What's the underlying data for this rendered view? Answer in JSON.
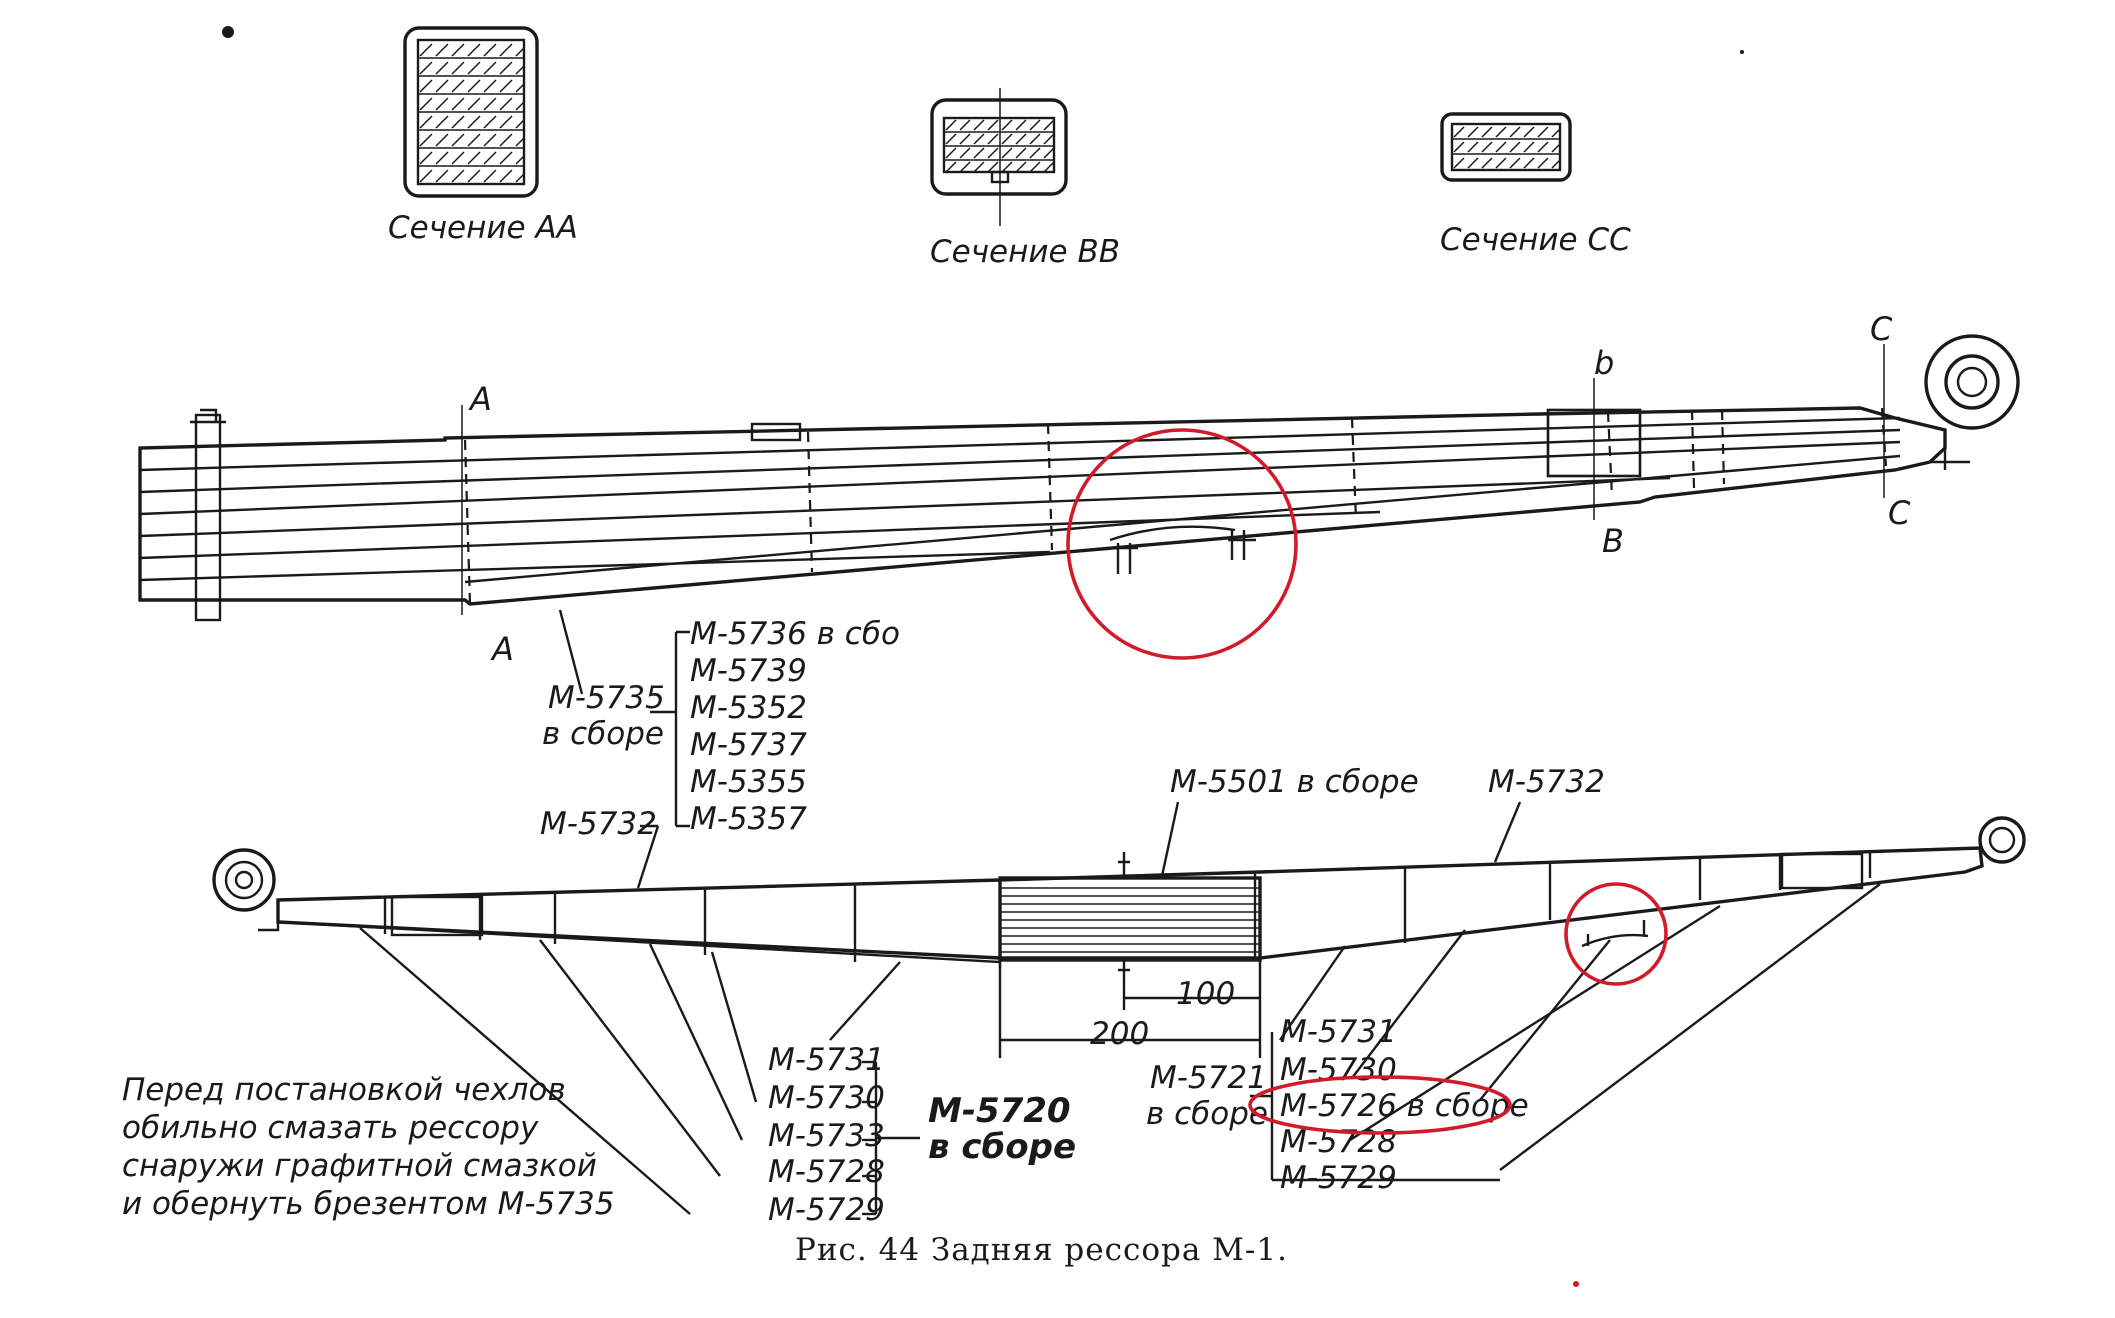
{
  "sections": [
    {
      "label": "Сечение АА"
    },
    {
      "label": "Сечение ВВ"
    },
    {
      "label": "Сечение СС"
    }
  ],
  "top_view": {
    "section_letters": {
      "a_top": "А",
      "a_bottom": "А",
      "b_top": "b",
      "b_bottom": "В",
      "c_top": "С",
      "c_bottom": "С"
    },
    "part_callout": {
      "code": "М-5735",
      "note": "в сборе"
    },
    "parts_list": [
      "М-5736 в сбо",
      "М-5739",
      "М-5352",
      "М-5737",
      "М-5355",
      "М-5357"
    ]
  },
  "side_view": {
    "left_leaf_label": "М-5732",
    "right_leaf_label": "М-5732",
    "center_label": "М-5501 в сборе",
    "dim_inner": "100",
    "dim_outer": "200",
    "left_parts": [
      "М-5731",
      "М-5730",
      "М-5733",
      "М-5728",
      "М-5729"
    ],
    "left_group": {
      "code": "М-5720",
      "note": "в сборе"
    },
    "right_parts": [
      "М-5731",
      "М-5730",
      "М-5726 в сборе",
      "М-5728",
      "М-5729"
    ],
    "right_group": {
      "code": "М-5721",
      "note": "в сборе"
    }
  },
  "instruction_lines": [
    "Перед постановкой чехлов",
    "обильно смазать рессору",
    "снаружи графитной смазкой",
    "и обернуть брезентом М-5735"
  ],
  "caption": "Рис.  44  Задняя  рессора  М-1.",
  "highlight_color": "#d11a2a"
}
